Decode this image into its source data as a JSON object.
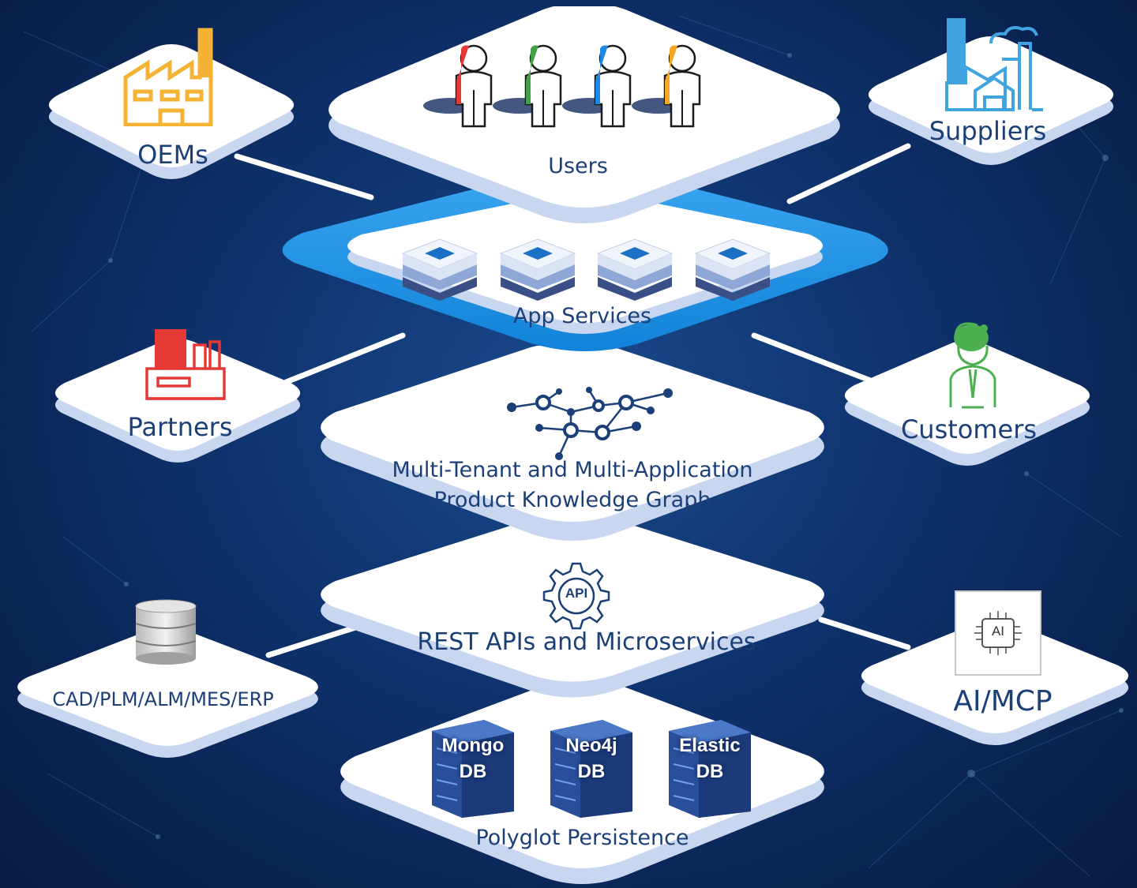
{
  "labels": {
    "users": "Users",
    "app_services": "App Services",
    "knowledge_graph_line1": "Multi-Tenant and Multi-Application",
    "knowledge_graph_line2": "Product Knowledge Graph",
    "rest_apis": "REST APIs and Microservices",
    "polyglot": "Polyglot Persistence",
    "oems": "OEMs",
    "suppliers": "Suppliers",
    "partners": "Partners",
    "customers": "Customers",
    "enterprise_systems": "CAD/PLM/ALM/MES/ERP",
    "ai_mcp": "AI/MCP"
  },
  "api_badge": "API",
  "ai_badge": "AI",
  "databases": [
    {
      "line1": "Mongo",
      "line2": "DB"
    },
    {
      "line1": "Neo4j",
      "line2": "DB"
    },
    {
      "line1": "Elastic",
      "line2": "DB"
    }
  ],
  "colors": {
    "user_figures": [
      "#e53935",
      "#43a047",
      "#1e88e5",
      "#f5a623"
    ],
    "oem_factory": "#f5b335",
    "suppliers_factory": "#3fa4e0",
    "partners_factory": "#e53935",
    "customer": "#4caf50",
    "highlight_layer": "#1a8fe0"
  }
}
